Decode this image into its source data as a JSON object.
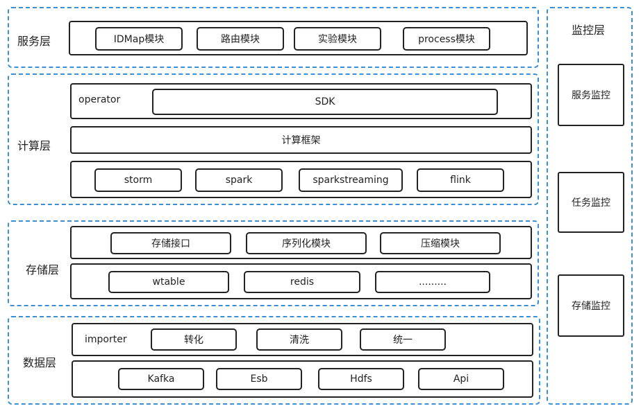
{
  "layers": {
    "service": {
      "label": "服务层",
      "modules": [
        "IDMap模块",
        "路由模块",
        "实验模块",
        "process模块"
      ]
    },
    "compute": {
      "label": "计算层",
      "operator_label": "operator",
      "sdk_label": "SDK",
      "framework_label": "计算框架",
      "engines": [
        "storm",
        "spark",
        "sparkstreaming",
        "flink"
      ]
    },
    "storage": {
      "label": "存储层",
      "modules": [
        "存储接口",
        "序列化模块",
        "压缩模块"
      ],
      "backends": [
        "wtable",
        "redis",
        "........."
      ]
    },
    "data": {
      "label": "数据层",
      "importer_label": "importer",
      "steps": [
        "转化",
        "清洗",
        "统一"
      ],
      "sources": [
        "Kafka",
        "Esb",
        "Hdfs",
        "Api"
      ]
    }
  },
  "monitoring": {
    "label": "监控层",
    "items": [
      "服务监控",
      "任务监控",
      "存储监控"
    ]
  },
  "colors": {
    "dashed_border": "#3a8fd6",
    "box_border": "#222222"
  }
}
